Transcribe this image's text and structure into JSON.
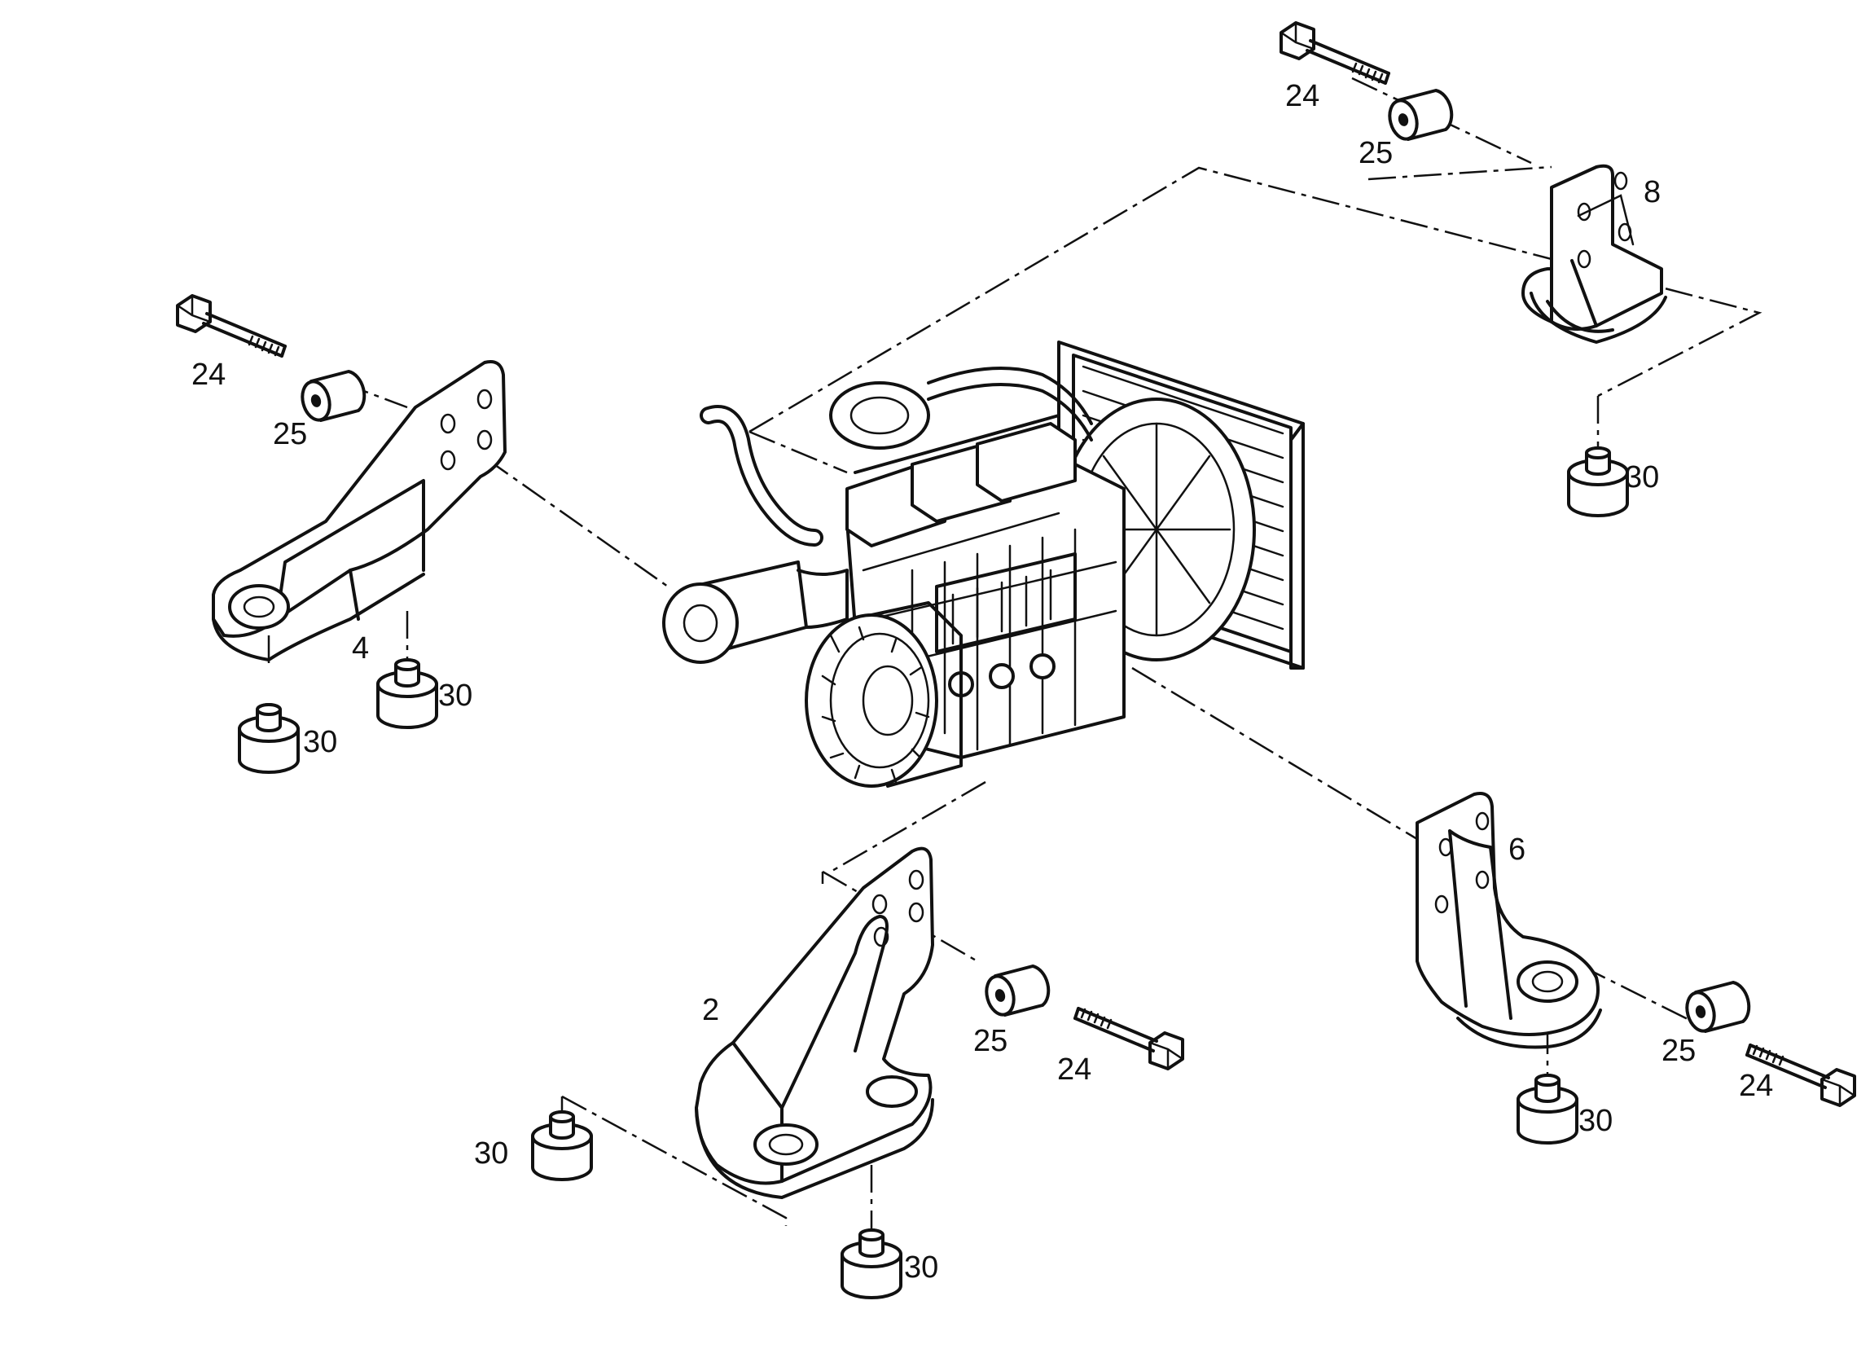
{
  "callouts": {
    "bracket_front_left": "2",
    "bracket_rear_left": "4",
    "bracket_front_right": "6",
    "bracket_rear_right": "8",
    "bolt": "24",
    "spacer": "25",
    "rubber_mount": "30"
  }
}
